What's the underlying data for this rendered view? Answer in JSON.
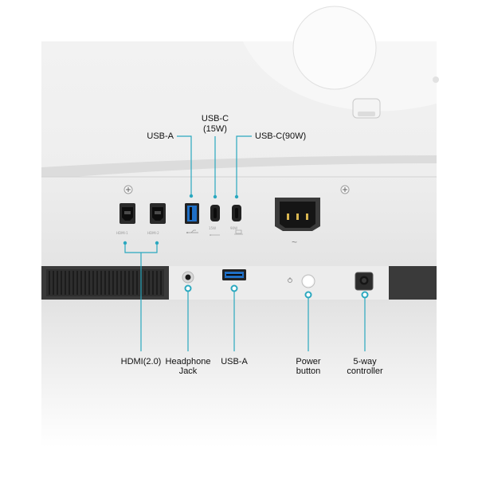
{
  "colors": {
    "accent": "#2aa8bf",
    "panel": "#e9e9e9",
    "panel_shadow": "#cfcfcf",
    "dark_band": "#3c3c3c",
    "port_black": "#1b1b1b"
  },
  "top_labels": {
    "usb_a": "USB-A",
    "usb_c_15w_line1": "USB-C",
    "usb_c_15w_line2": "(15W)",
    "usb_c_90w": "USB-C(90W)"
  },
  "bottom_labels": {
    "hdmi": "HDMI(2.0)",
    "headphone_line1": "Headphone",
    "headphone_line2": "Jack",
    "usb_a": "USB-A",
    "power_line1": "Power",
    "power_line2": "button",
    "controller_line1": "5-way",
    "controller_line2": "controller"
  },
  "port_markings": {
    "hdmi1": "HDMI-1",
    "hdmi2": "HDMI-2",
    "usb_c_15w": "15W",
    "usb_c_90w": "90W",
    "ac_symbol": "~"
  }
}
